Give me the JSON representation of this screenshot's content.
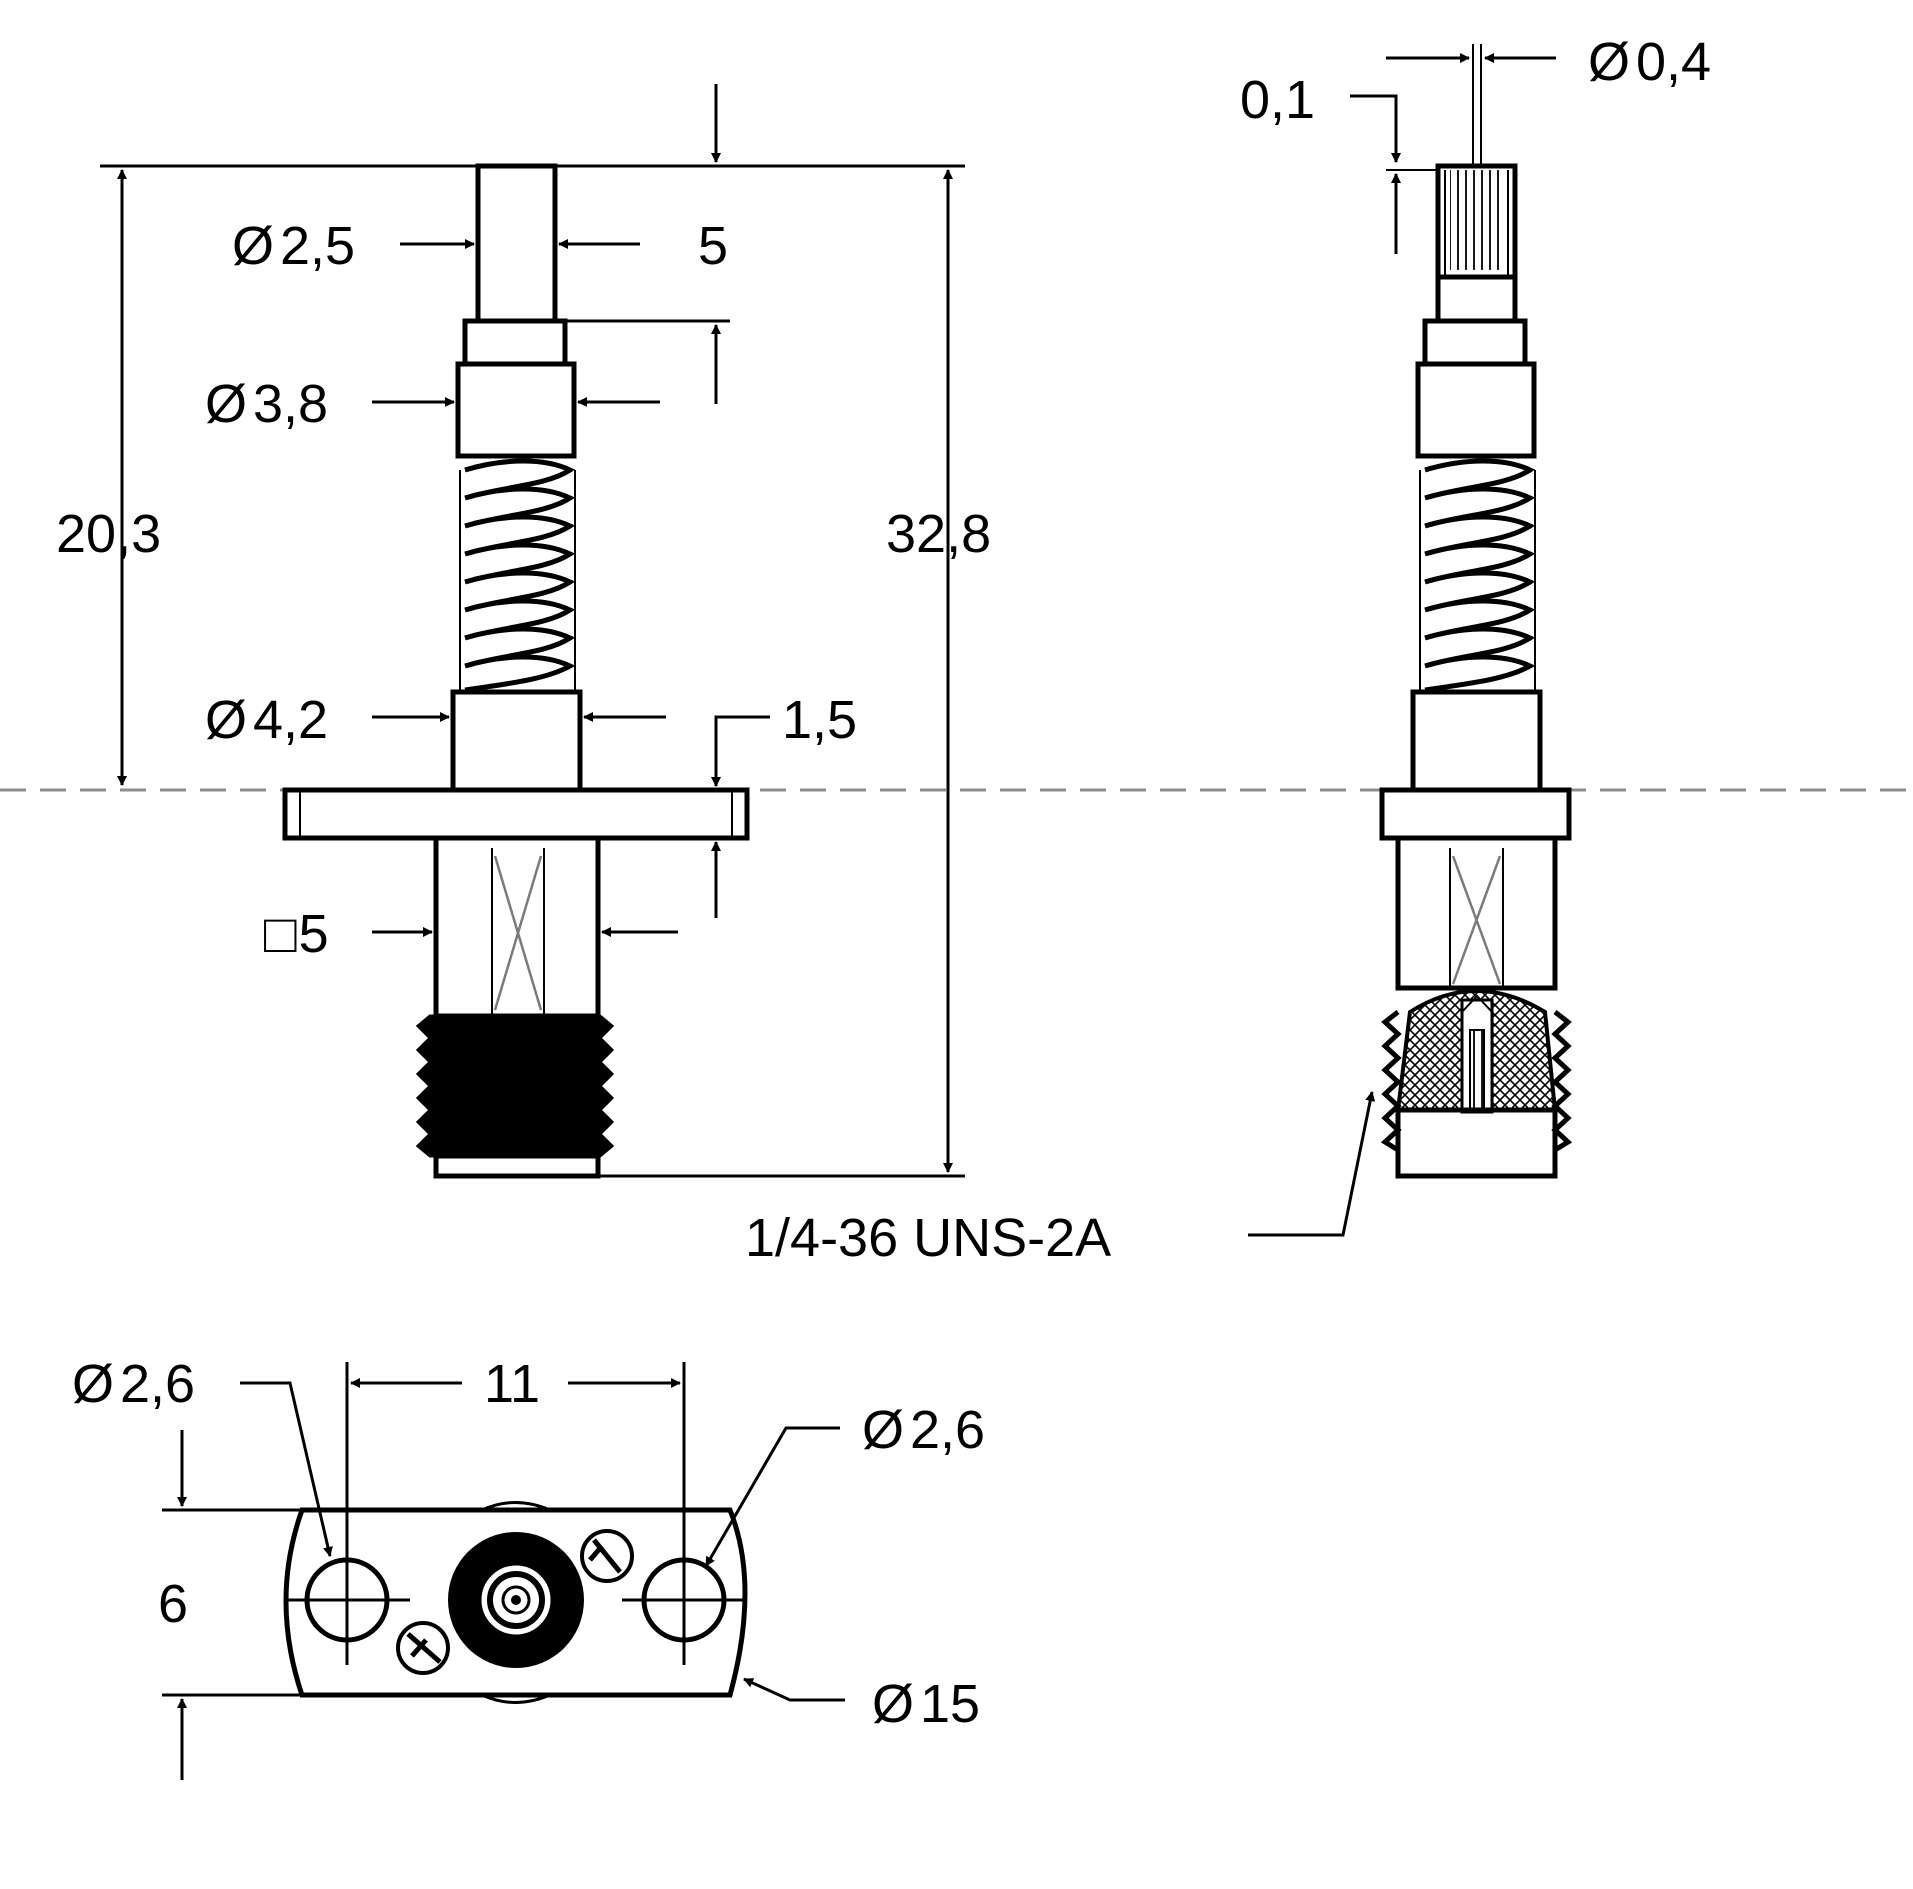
{
  "colors": {
    "ink": "#000000",
    "centerline": "#8c8c8c",
    "background": "#ffffff"
  },
  "labels": {
    "dia_tip": "2,5",
    "tip_length": "5",
    "dia_collar": "3,8",
    "total_upper": "20,3",
    "total_length": "32,8",
    "dia_body": "4,2",
    "flange_thickness": "1,5",
    "square": "5",
    "dia_wire": "0,4",
    "wire_offset": "0,1",
    "thread": "1/4-36 UNS-2A",
    "dia_hole_left": "2,6",
    "hole_spacing": "11",
    "dia_hole_right": "2,6",
    "flange_width": "6",
    "dia_flange": "15"
  },
  "symbols": {
    "diameter": "Ø",
    "square": "□"
  }
}
